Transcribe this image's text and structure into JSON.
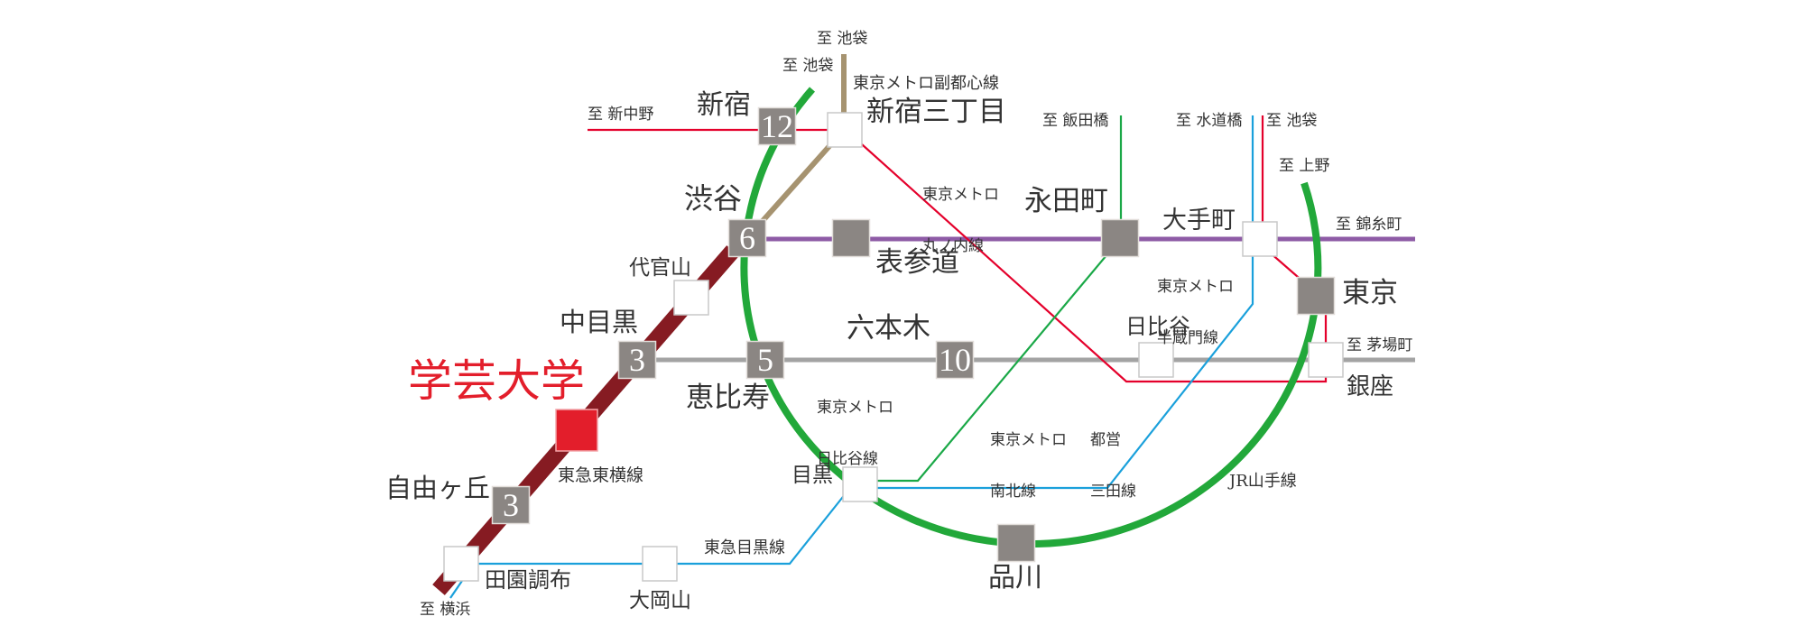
{
  "highlight": {
    "station": "学芸大学",
    "color": "#e31e2b"
  },
  "stations": {
    "shinjuku": {
      "name": "新宿",
      "number": "12"
    },
    "shinjuku_sanchome": {
      "name": "新宿三丁目"
    },
    "shibuya": {
      "name": "渋谷",
      "number": "6"
    },
    "omotesando": {
      "name": "表参道"
    },
    "nagatacho": {
      "name": "永田町"
    },
    "otemachi": {
      "name": "大手町"
    },
    "tokyo": {
      "name": "東京"
    },
    "daikanyama": {
      "name": "代官山"
    },
    "nakameguro": {
      "name": "中目黒",
      "number": "3"
    },
    "ebisu": {
      "name": "恵比寿",
      "number": "5"
    },
    "roppongi": {
      "name": "六本木",
      "number": "10"
    },
    "hibiya": {
      "name": "日比谷"
    },
    "ginza": {
      "name": "銀座"
    },
    "gakugeidaigaku": {
      "name": "学芸大学"
    },
    "jiyugaoka": {
      "name": "自由ヶ丘",
      "number": "3"
    },
    "denenchofu": {
      "name": "田園調布"
    },
    "ookayama": {
      "name": "大岡山"
    },
    "meguro": {
      "name": "目黒"
    },
    "shinagawa": {
      "name": "品川"
    }
  },
  "directions": {
    "ikebukuro_fukutoshin": "至 池袋",
    "ikebukuro_yamanote": "至 池袋",
    "shinnakano": "至 新中野",
    "iidabashi": "至 飯田橋",
    "suidobashi": "至 水道橋",
    "ikebukuro_marunouchi": "至 池袋",
    "ueno": "至 上野",
    "kinshicho": "至 錦糸町",
    "kayabacho": "至 茅場町",
    "yokohama": "至 横浜"
  },
  "lines": {
    "fukutoshin": {
      "label": "東京メトロ副都心線",
      "color": "#a69370"
    },
    "marunouchi": {
      "label_lines": [
        "東京メトロ",
        "丸ノ内線"
      ],
      "color": "#e4002b"
    },
    "hanzomon": {
      "label_lines": [
        "東京メトロ",
        "半蔵門線"
      ],
      "color": "#8e5ba6"
    },
    "hibiya": {
      "label_lines": [
        "東京メトロ",
        "日比谷線"
      ],
      "color": "#a3a3a3"
    },
    "namboku": {
      "label_lines": [
        "東京メトロ",
        "南北線"
      ],
      "color": "#1aa847"
    },
    "mita": {
      "label_lines": [
        "都営",
        "三田線"
      ],
      "color": "#1aa0db"
    },
    "toyoko": {
      "label": "東急東横線",
      "color": "#861b22"
    },
    "meguro": {
      "label": "東急目黒線",
      "color": "#1aa0db"
    },
    "yamanote": {
      "label": "JR山手線",
      "color": "#22a83a"
    }
  }
}
